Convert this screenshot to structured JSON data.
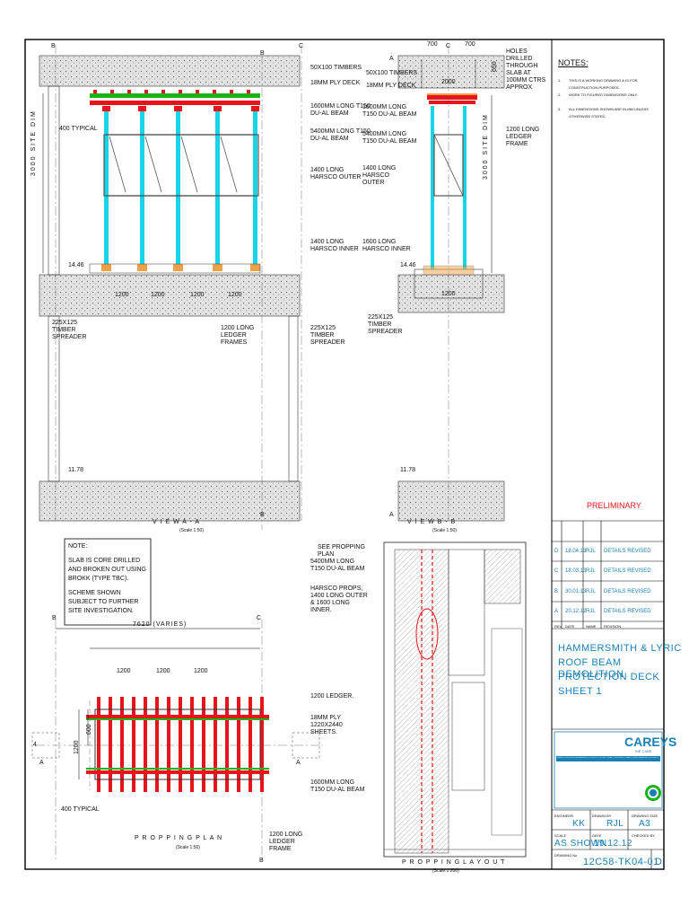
{
  "colors": {
    "cyan": "#19d3e6",
    "red": "#e8141b",
    "green": "#18b41a",
    "orange": "#f0a044",
    "blue_text": "#1a7fb5",
    "concrete": "#cfcfcf"
  },
  "view_a": {
    "grid_left": "B",
    "grid_right": "C",
    "labels": {
      "timbers": "50X100 TIMBERS",
      "ply": "18mm PLY DECK",
      "beam1": "1600mm LONG T150 DU-AL BEAM",
      "beam2": "5400mm LONG T150 DU-AL BEAM",
      "harsco_outer": "1400 LONG HARSCO OUTER",
      "harsco_inner": "1400 LONG HARSCO INNER",
      "typical": "400 TYPICAL",
      "site_dim": "3000 SITE DIM",
      "level_top": "14.46",
      "level_bottom": "11.78",
      "spreader_left": "225X125 TIMBER SPREADER",
      "ledger_frames": "1200 LONG LEDGER FRAMES",
      "spreader_right": "225X125 TIMBER SPREADER",
      "dims": [
        "1200",
        "1200",
        "1200",
        "1200"
      ],
      "title": "V I E W  A - A",
      "scale": "(Scale 1:50)",
      "section_mark": "B"
    }
  },
  "view_b": {
    "grid": "C",
    "dims_top": [
      "700",
      "700"
    ],
    "labels": {
      "holes": "HOLES DRILLED THROUGH SLAB AT 100mm CTRS APPROX",
      "timbers": "50X100 TIMBERS",
      "ply": "18mm PLY DECK",
      "beam1": "1600mm LONG T150 DU-AL BEAM",
      "beam2": "5400mm LONG T150 DU-AL BEAM",
      "harsco_outer": "1400 LONG HARSCO OUTER",
      "harsco_inner": "1600 LONG HARSCO INNER",
      "ledger": "1200 LONG LEDGER FRAME",
      "site_dim": "3000 SITE DIM",
      "dim_650": "650",
      "dim_2000": "2000",
      "dim_1200": "1200",
      "level_top": "14.46",
      "level_bottom": "11.78",
      "spreader": "225X125 TIMBER SPREADER",
      "title": "V I E W  B - B",
      "scale": "(Scale 1:50)",
      "section_mark": "A"
    }
  },
  "note_box": {
    "title": "NOTE:",
    "lines": [
      "SLAB IS CORE DRILLED AND BROKEN OUT USING BROKK (TYPE TBC).",
      "SCHEME SHOWN SUBJECT TO FURTHER SITE INVESTIGATION."
    ]
  },
  "plan": {
    "overall": "7620 (VARIES)",
    "grid_top_left": "B",
    "grid_top_right": "C",
    "grid_side": "4",
    "dims": [
      "1200",
      "1200",
      "1200"
    ],
    "dim_side_1": "1200",
    "dim_side_2": "600",
    "typical": "400 TYPICAL",
    "title": "P R O P P I N G   P L A N",
    "scale": "(Scale 1:50)",
    "section_a": "A",
    "section_b": "B",
    "labels": {
      "see_layout": "SEE PROPPING PLAN",
      "beam_5400": "5400mm LONG T150 DU-AL BEAM",
      "harsco": "HARSCO PROPS, 1400 LONG OUTER & 1600 LONG INNER.",
      "ledger": "1200 LEDGER.",
      "ply": "18mm PLY 1220X2440 SHEETS.",
      "beam_1600": "1600mm LONG T150 DU-AL BEAM",
      "ledger_frame": "1200 LONG LEDGER FRAME"
    }
  },
  "layout": {
    "title": "P R O P P I N G   L A Y O U T",
    "scale": "(Scale 1:200)"
  },
  "notes": {
    "title": "NOTES:",
    "items": [
      "THIS IS A WORKING DRAWING & IS FOR CONSTRUCTION PURPOSES.",
      "WORK TO FIGURED DIMENSIONS ONLY.",
      "ALL DIMENSIONS SHOWN ARE IN mm UNLESS OTHERWISE STATED."
    ],
    "numbers": [
      "1.",
      "2.",
      "3."
    ]
  },
  "title_block": {
    "status": "PRELIMINARY",
    "revisions": [
      {
        "rev": "D",
        "date": "18.04.13",
        "name": "RJL",
        "revision": "DETAILS REVISED"
      },
      {
        "rev": "C",
        "date": "18.03.13",
        "name": "RJL",
        "revision": "DETAILS REVISED"
      },
      {
        "rev": "B",
        "date": "30.01.13",
        "name": "RJL",
        "revision": "DETAILS REVISED"
      },
      {
        "rev": "A",
        "date": "20.12.12",
        "name": "RJL",
        "revision": "DETAILS REVISED"
      }
    ],
    "rev_headers": {
      "rev": "REV",
      "date": "DATE",
      "name": "NAME",
      "revision": "REVISION"
    },
    "project_lines": [
      "HAMMERSMITH & LYRIC",
      "ROOF BEAM DEMOLITION",
      "PROTECTION DECK",
      "SHEET 1"
    ],
    "company": "CAREYS",
    "company_tag": "WE CARE",
    "company_strip": "DEMOLITION | CIVIL ENGINEERING | PROPERTY | STRUCTURAL | CONCRETE | PLANT | ENVIRONMENTAL | PROPERTY",
    "engineer_label": "ENGINEER",
    "engineer": "KK",
    "drawn_label": "DRAWN BY",
    "drawn": "RJL",
    "size_label": "DRAWING SIZE",
    "size": "A3",
    "scale_label": "SCALE",
    "scale": "AS SHOWN",
    "date_label": "DATE",
    "date": "19.12.12",
    "checked_label": "CHECKED BY",
    "checked": "",
    "drawing_no_label": "DRAWING No",
    "drawing_no": "12C58-TK04-01",
    "rev_label": "REV",
    "rev": "D"
  }
}
